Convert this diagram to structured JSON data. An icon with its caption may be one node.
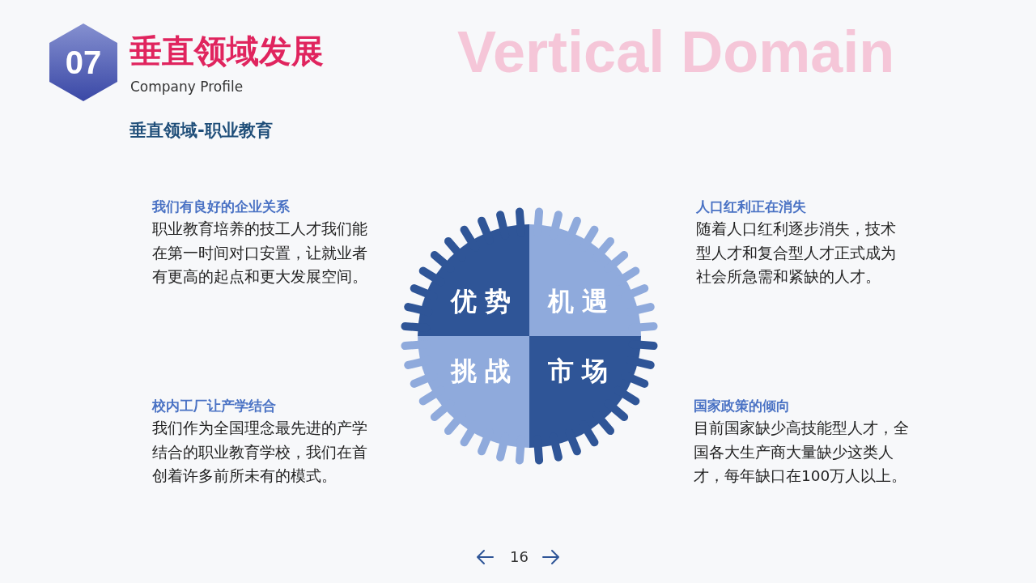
{
  "diagram": {
    "title": "垂直领域发展",
    "nodes": [
      {
        "text": [
          "07"
        ]
      },
      {
        "text": [
          "优势"
        ]
      },
      {
        "text": [
          "机遇"
        ]
      },
      {
        "text": [
          "挑战"
        ]
      },
      {
        "text": [
          "市场"
        ]
      }
    ],
    "labels": [
      "Vertical Domain",
      "Company Profile",
      "垂直领域-职业教育",
      "我们有良好的企业关系",
      "职业教育培养的技工人才我们能在第一时间对口安置，让就业者有更高的起点和更大发展空间。",
      "人口红利正在消失",
      "随着人口红利逐步消失，技术型人才和复合型人才正式成为社会所急需和紧缺的人才。",
      "校内工厂让产学结合",
      "我们作为全国理念最先进的产学结合的职业教育学校，我们在首创着许多前所未有的模式。",
      "国家政策的倾向",
      "目前国家缺少高技能型人才，全国各大生产商大量缺少这类人才，每年缺口在100万人以上。",
      "16"
    ]
  }
}
